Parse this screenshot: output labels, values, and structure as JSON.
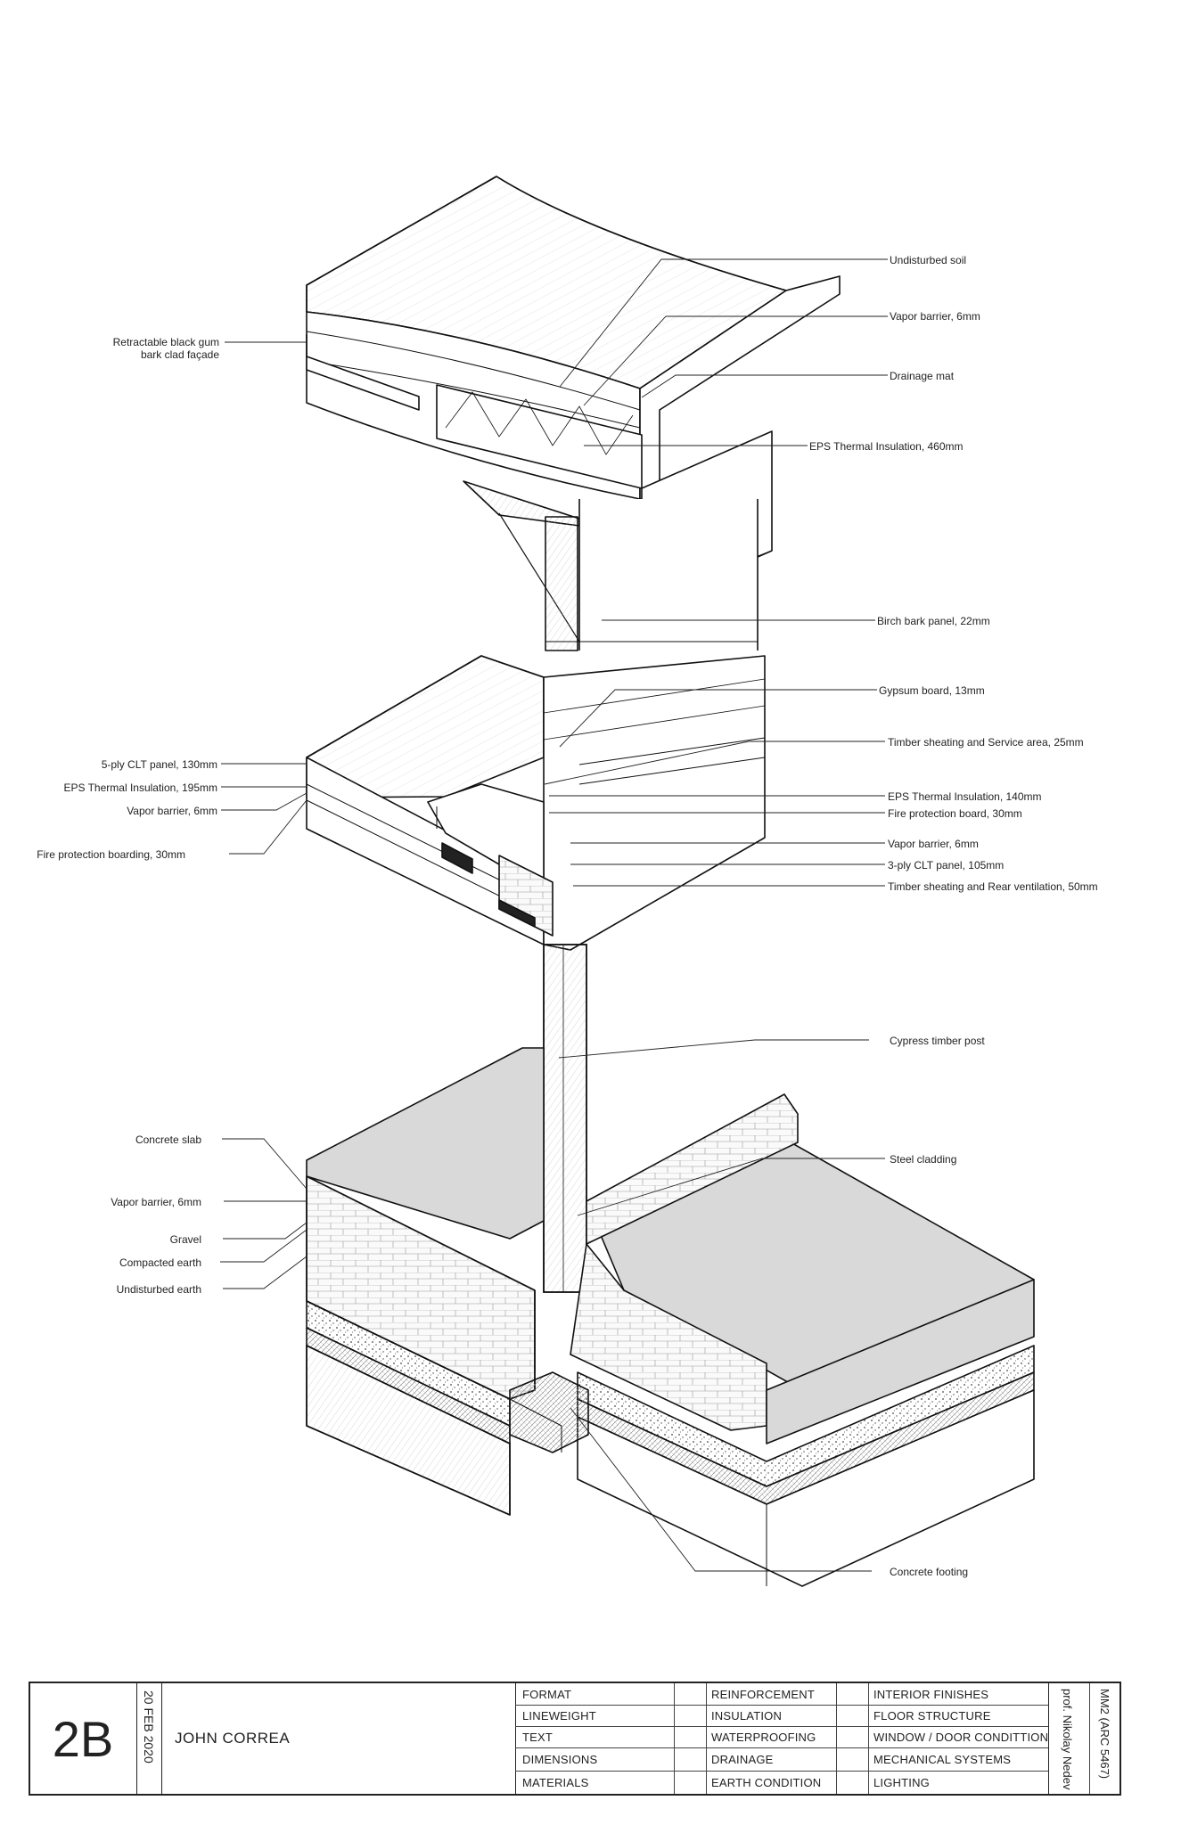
{
  "labels_right": [
    "Undisturbed soil",
    "Vapor barrier, 6mm",
    "Drainage mat",
    "EPS Thermal Insulation, 460mm",
    "Birch bark panel, 22mm",
    "Gypsum board, 13mm",
    "Timber sheating and Service area, 25mm",
    "EPS Thermal Insulation, 140mm",
    "Fire protection board, 30mm",
    "Vapor barrier, 6mm",
    "3-ply CLT panel, 105mm",
    "Timber sheating and Rear ventilation, 50mm",
    "Cypress timber post",
    "Steel cladding",
    "Concrete footing"
  ],
  "labels_left": [
    "Retractable black gum",
    "bark clad façade",
    "5-ply CLT panel, 130mm",
    "EPS Thermal Insulation, 195mm",
    "Vapor barrier, 6mm",
    "Fire protection boarding, 30mm",
    "Concrete slab",
    "Vapor barrier, 6mm",
    "Gravel",
    "Compacted earth",
    "Undisturbed earth"
  ],
  "title_block": {
    "sheet_number": "2B",
    "date": "20 FEB 2020",
    "author": "JOHN CORREA",
    "checklist_col1": [
      "FORMAT",
      "LINEWEIGHT",
      "TEXT",
      "DIMENSIONS",
      "MATERIALS"
    ],
    "checklist_col2": [
      "REINFORCEMENT",
      "INSULATION",
      "WATERPROOFING",
      "DRAINAGE",
      "EARTH CONDITION"
    ],
    "checklist_col3": [
      "INTERIOR FINISHES",
      "FLOOR STRUCTURE",
      "WINDOW / DOOR CONDITTION",
      "MECHANICAL SYSTEMS",
      "LIGHTING"
    ],
    "professor": "prof. Nikolay Nedev",
    "course": "MM2 (ARC 5467)"
  }
}
